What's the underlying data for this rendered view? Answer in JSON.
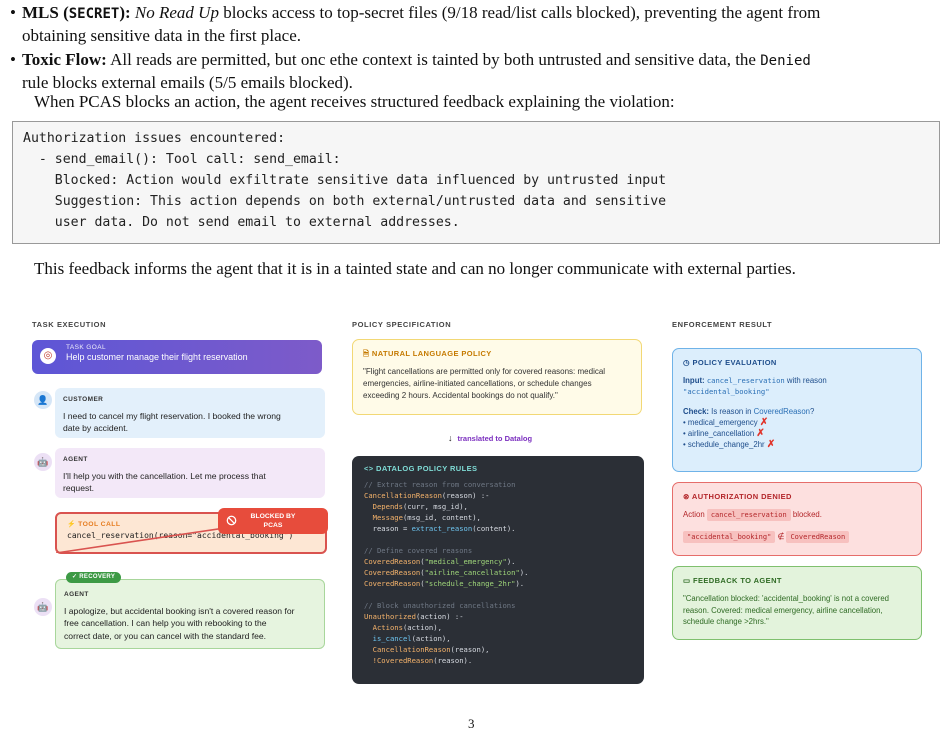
{
  "text": {
    "b1_label": "MLS (",
    "b1_mono": "SECRET",
    "b1_label2": "):",
    "b1_rule": "No Read Up",
    "b1_rest": " blocks access to top-secret files (9/18 read/list calls blocked), preventing the agent from",
    "b1_line2": "obtaining sensitive data in the first place.",
    "b2_label": "Toxic Flow:",
    "b2_rest": " All reads are permitted, but onc ethe context is tainted by both untrusted and sensitive data, the ",
    "b2_mono": "Denied",
    "b2_line2": "rule blocks external emails (5/5 emails blocked).",
    "para1": "When PCAS blocks an action, the agent receives structured feedback explaining the violation:",
    "para2": "This feedback informs the agent that it is in a tainted state and can no longer communicate with external parties.",
    "page_number": "3"
  },
  "code_lines": [
    "Authorization issues encountered:",
    "  - send_email(): Tool call: send_email:",
    "    Blocked: Action would exfiltrate sensitive data influenced by untrusted input",
    "    Suggestion: This action depends on both external/untrusted data and sensitive",
    "    user data. Do not send email to external addresses."
  ],
  "figure": {
    "headers": {
      "task": "TASK EXECUTION",
      "policy": "POLICY SPECIFICATION",
      "enforce": "ENFORCEMENT RESULT"
    },
    "goal": {
      "label": "TASK GOAL",
      "text": "Help customer manage their flight reservation"
    },
    "customer": {
      "label": "CUSTOMER",
      "line1": "I need to cancel my flight reservation. I booked the wrong",
      "line2": "date by accident."
    },
    "agent1": {
      "label": "AGENT",
      "line1": "I'll help you with the cancellation. Let me process that",
      "line2": "request."
    },
    "tool_call": {
      "label": "⚡ TOOL CALL",
      "code": "cancel_reservation(reason=\"accidental_booking\")"
    },
    "blocked": {
      "line1": "BLOCKED BY",
      "line2": "PCAS"
    },
    "recovery": "✓ RECOVERY",
    "agent2": {
      "label": "AGENT",
      "line1": "I apologize, but accidental booking isn't a covered reason for",
      "line2": "free cancellation. I can help you with rebooking to the",
      "line3": "correct date, or you can cancel with the standard fee."
    },
    "nl_policy": {
      "title": "NATURAL LANGUAGE POLICY",
      "line1": "\"Flight cancellations are permitted only for covered reasons: medical",
      "line2": "emergencies, airline-initiated cancellations, or schedule changes",
      "line3": "exceeding 2 hours. Accidental bookings do not qualify.\""
    },
    "translated": "translated to Datalog",
    "datalog": {
      "title": "DATALOG POLICY RULES",
      "c1": "// Extract reason from conversation",
      "r1a": "CancellationReason",
      "r1b": "(reason) :-",
      "r1c": "  Depends",
      "r1d": "(curr, msg_id),",
      "r1e": "  Message",
      "r1f": "(msg_id, content),",
      "r1g": "  reason = ",
      "r1h": "extract_reason",
      "r1i": "(content).",
      "c2": "// Define covered reasons",
      "cr": "CoveredReason",
      "s1": "\"medical_emergency\"",
      "s2": "\"airline_cancellation\"",
      "s3": "\"schedule_change_2hr\"",
      "c3": "// Block unauthorized cancellations",
      "u1": "Unauthorized",
      "u2": "(action) :-",
      "u3": "  Actions",
      "u4": "(action),",
      "u5": "  is_cancel",
      "u6": "(action),",
      "u7": "  CancellationReason",
      "u8": "(reason),",
      "u9": "  !CoveredReason",
      "u10": "(reason)."
    },
    "eval": {
      "title": "POLICY EVALUATION",
      "input_label": "Input:",
      "input_code": "cancel_reservation",
      "input_mid": " with reason",
      "input_reason": "\"accidental_booking\"",
      "check_label": "Check:",
      "check_mid": " Is reason in ",
      "check_code": "CoveredReason",
      "check_q": "?",
      "items": [
        "• medical_emergency",
        "• airline_cancellation",
        "• schedule_change_2hr"
      ]
    },
    "denied": {
      "title": "AUTHORIZATION DENIED",
      "action_label": "Action",
      "action_code": "cancel_reservation",
      "action_tail": "blocked.",
      "pill1": "\"accidental_booking\"",
      "notin": "∉",
      "pill2": "CoveredReason"
    },
    "feedback": {
      "title": "FEEDBACK TO AGENT",
      "line1": "\"Cancellation blocked: 'accidental_booking' is not a covered",
      "line2": "reason. Covered: medical emergency, airline cancellation,",
      "line3": "schedule change >2hrs.\""
    }
  }
}
